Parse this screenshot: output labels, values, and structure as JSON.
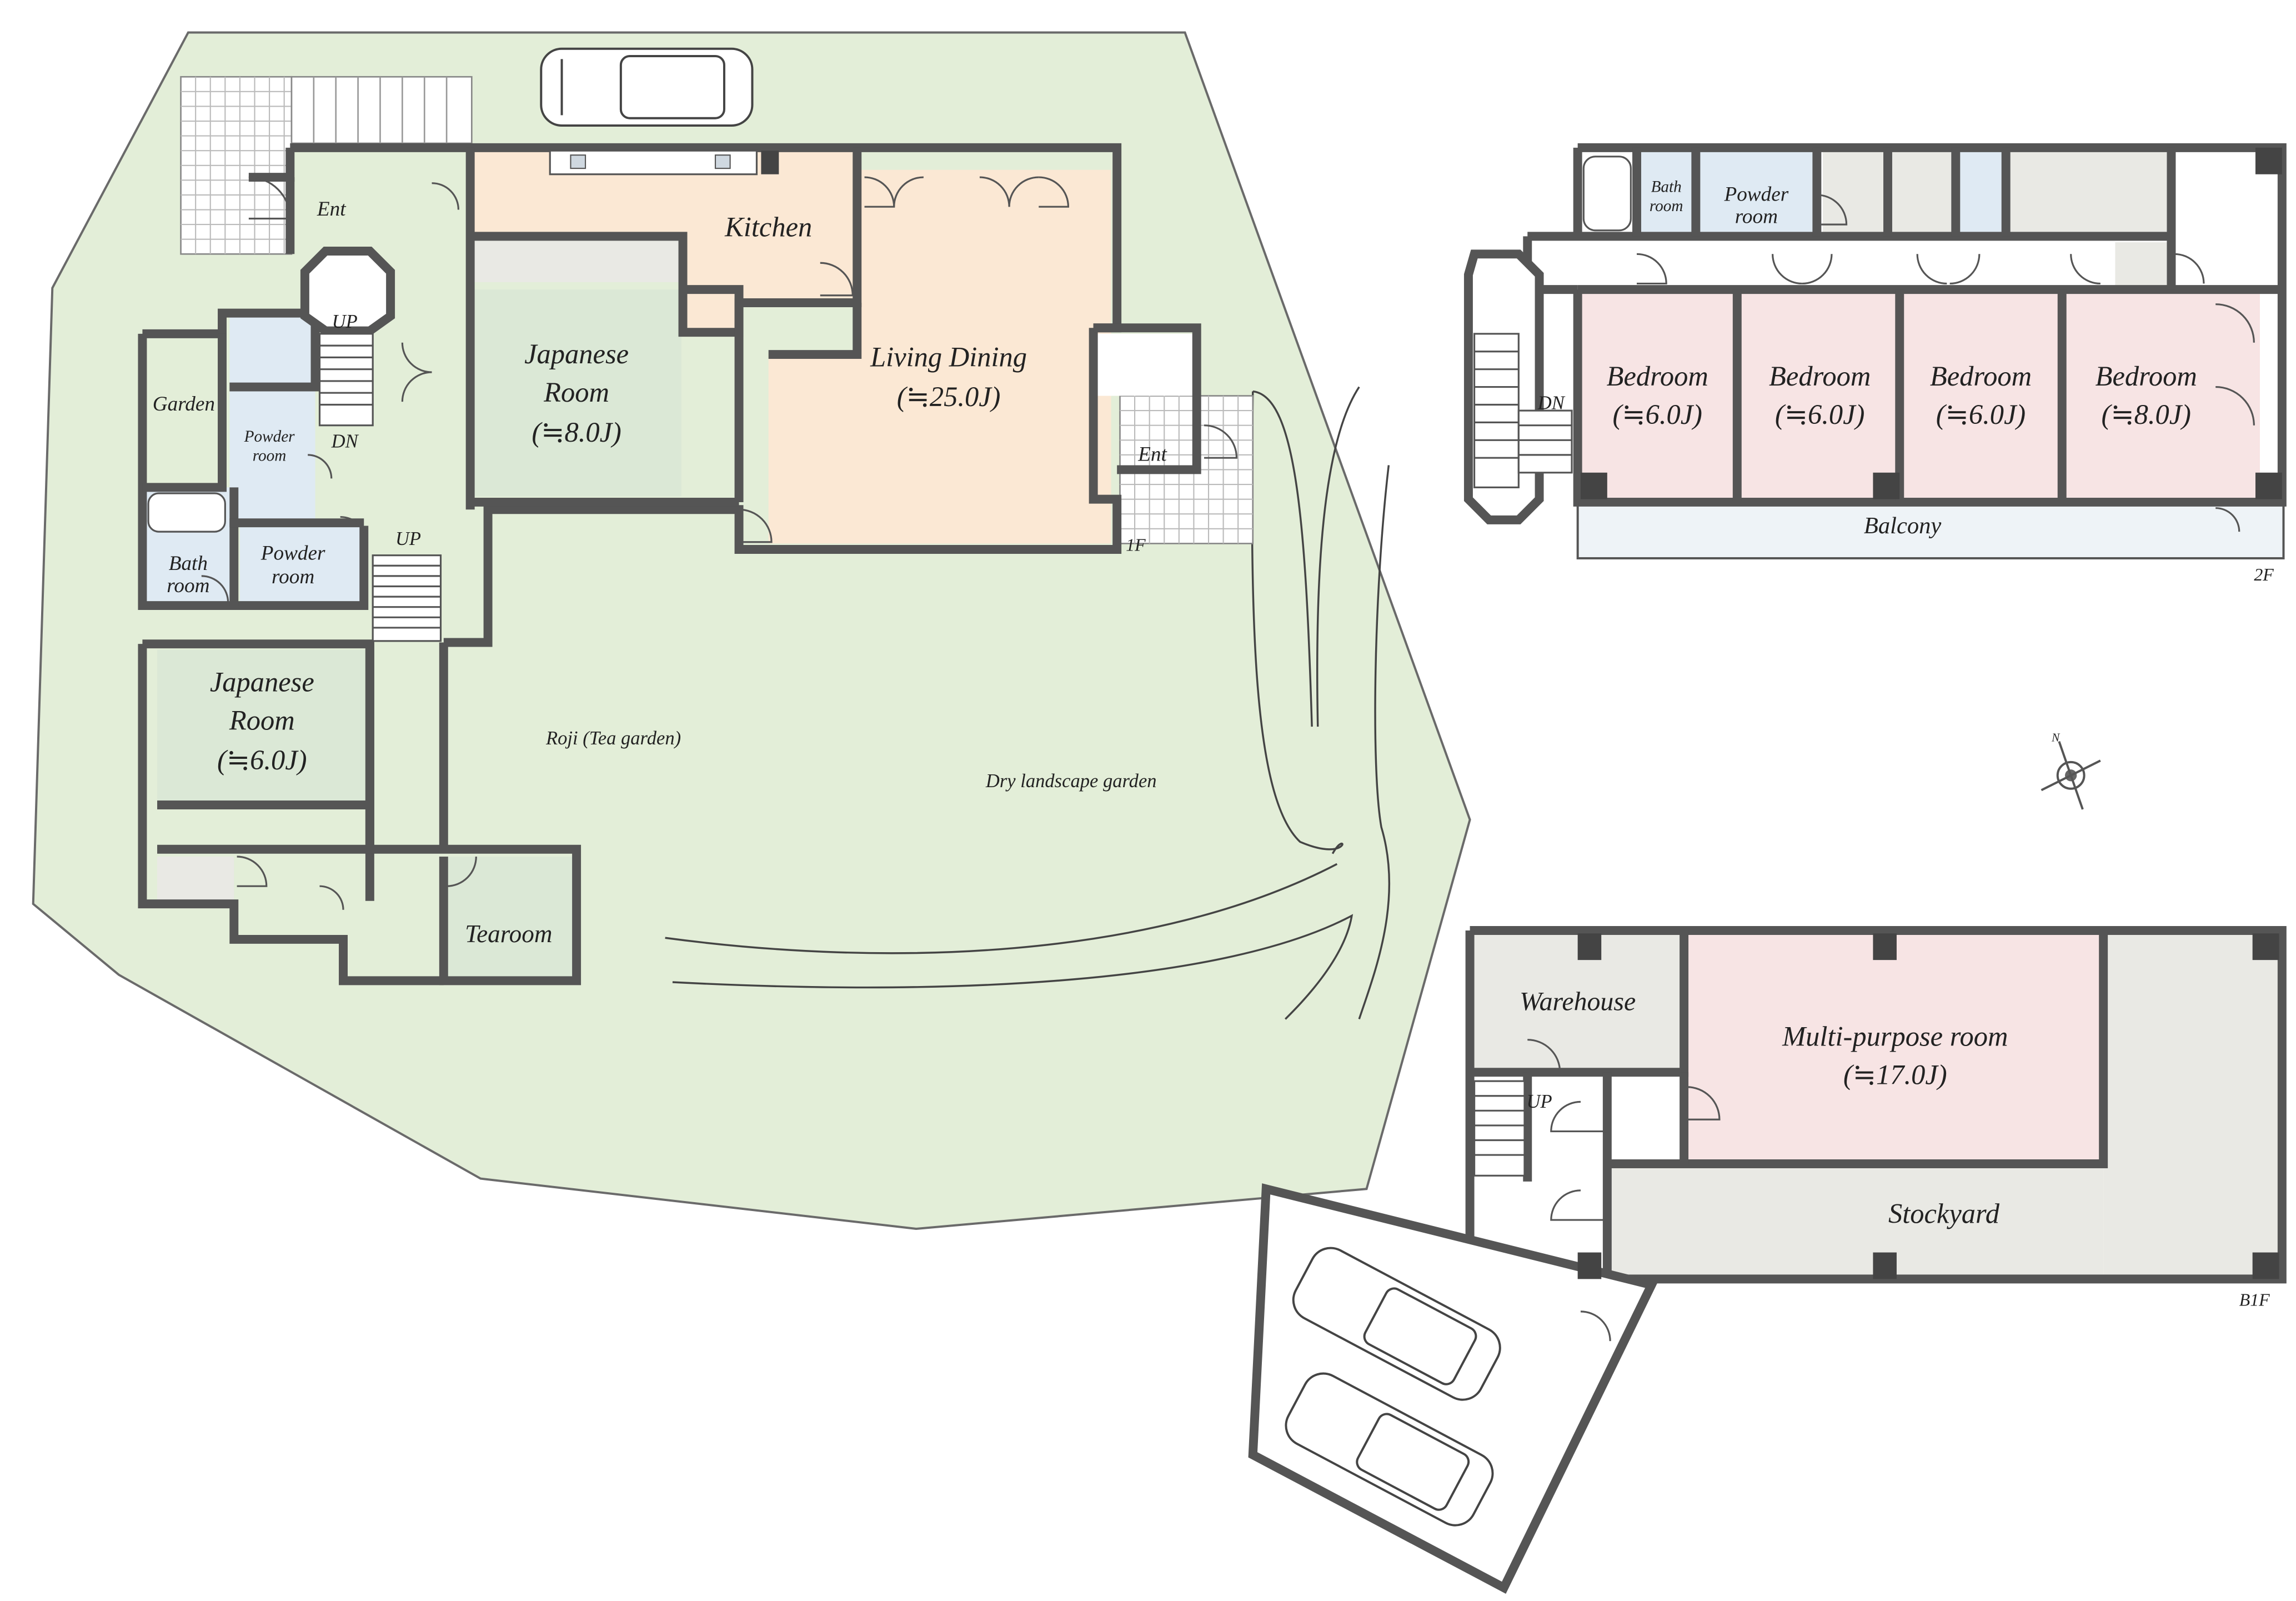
{
  "floor_1f": {
    "floor_label": "1F",
    "kitchen": "Kitchen",
    "living_dining": "Living Dining",
    "living_dining_size": "(≒25.0J)",
    "japanese_room_a": "Japanese",
    "japanese_room_a_2": "Room",
    "japanese_room_a_size": "(≒8.0J)",
    "japanese_room_b": "Japanese",
    "japanese_room_b_2": "Room",
    "japanese_room_b_size": "(≒6.0J)",
    "ent_main": "Ent",
    "ent_side": "Ent",
    "garden": "Garden",
    "powder_room_small_1": "Powder",
    "powder_room_small_2": "room",
    "bath_room_1": "Bath",
    "bath_room_2": "room",
    "powder_room_1": "Powder",
    "powder_room_2": "room",
    "tearoom": "Tearoom",
    "up_1": "UP",
    "up_2": "UP",
    "dn": "DN",
    "roji": "Roji (Tea garden)",
    "dry_garden": "Dry landscape garden"
  },
  "floor_2f": {
    "floor_label": "2F",
    "bath_1": "Bath",
    "bath_2": "room",
    "powder_1": "Powder",
    "powder_2": "room",
    "bedroom_1": "Bedroom",
    "bedroom_1_size": "(≒6.0J)",
    "bedroom_2": "Bedroom",
    "bedroom_2_size": "(≒6.0J)",
    "bedroom_3": "Bedroom",
    "bedroom_3_size": "(≒6.0J)",
    "bedroom_4": "Bedroom",
    "bedroom_4_size": "(≒8.0J)",
    "balcony": "Balcony",
    "dn": "DN"
  },
  "floor_b1f": {
    "floor_label": "B1F",
    "warehouse": "Warehouse",
    "multi_purpose": "Multi-purpose room",
    "multi_purpose_size": "(≒17.0J)",
    "stockyard": "Stockyard",
    "up": "UP"
  },
  "compass": {
    "north": "N"
  },
  "colors": {
    "garden_green": "#e3eed8",
    "kitchen_peach": "#fbe8d4",
    "tatami_green": "#dbe8d6",
    "bedroom_pink": "#f7e4e4",
    "wet_blue": "#dfeaf3",
    "storage_gray": "#e9e9e4",
    "wall": "#555555"
  }
}
